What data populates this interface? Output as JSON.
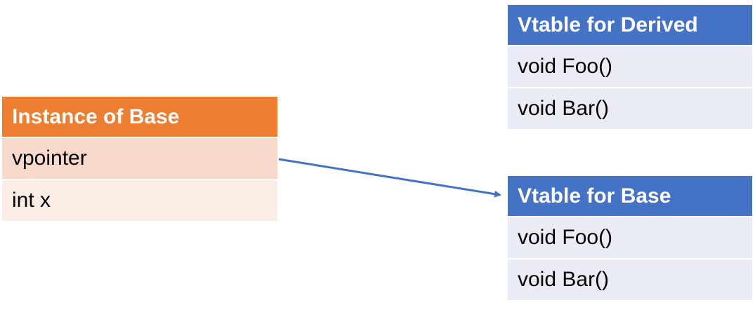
{
  "instance": {
    "title": "Instance of Base",
    "rows": [
      "vpointer",
      "int x"
    ]
  },
  "vtable_derived": {
    "title": "Vtable for Derived",
    "rows": [
      "void Foo()",
      "void Bar()"
    ]
  },
  "vtable_base": {
    "title": "Vtable for Base",
    "rows": [
      "void Foo()",
      "void Bar()"
    ]
  },
  "colors": {
    "instance_header": "#ed7d31",
    "instance_row_1": "#f8d9cc",
    "instance_row_2": "#fbece6",
    "vtable_header": "#4472c4",
    "vtable_row": "#e9ebf5",
    "arrow": "#4472c4"
  }
}
